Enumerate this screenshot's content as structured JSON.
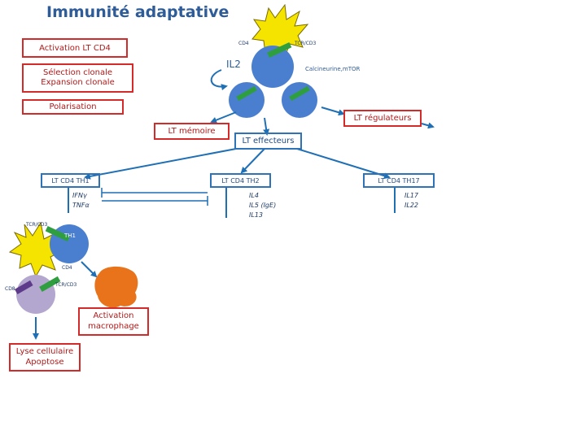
{
  "title": "Immunité adaptative",
  "steps": {
    "activation": "Activation LT CD4",
    "selection_line1": "Sélection clonale",
    "selection_line2": "Expansion clonale",
    "polarisation": "Polarisation"
  },
  "top_cluster": {
    "cd4": "CD4",
    "tcr": "TCR/CD3",
    "il2": "IL2",
    "pathway": "Calcineurine,mTOR"
  },
  "outcomes": {
    "memoire": "LT mémoire",
    "regulateurs": "LT régulateurs",
    "effecteurs": "LT effecteurs"
  },
  "subsets": {
    "th1": {
      "label": "LT CD4 TH1",
      "cyt1": "IFNγ",
      "cyt2": "TNFα"
    },
    "th2": {
      "label": "LT CD4 TH2",
      "cyt1": "IL4",
      "cyt2": "IL5 (IgE)",
      "cyt3": "IL13"
    },
    "th17": {
      "label": "LT CD4 TH17",
      "cyt1": "IL17",
      "cyt2": "IL22"
    }
  },
  "bottom_cluster": {
    "tcr": "TCR/CD3",
    "th1": "TH1",
    "cd4": "CD4",
    "tcr2": "TCR/CD3",
    "cd8": "CD8"
  },
  "results": {
    "macrophage_line1": "Activation",
    "macrophage_line2": "macrophage",
    "lyse_line1": "Lyse cellulaire",
    "lyse_line2": "Apoptose"
  },
  "colors": {
    "title": "#2e5c99",
    "red_box": "#d42a2a",
    "blue_box": "#2e73b8",
    "arrow": "#1f6fb5",
    "dendritic": "#f5e400",
    "t_cell": "#4a7fd0",
    "cd8_cell": "#b3a6cf",
    "macrophage": "#e8731a",
    "receptor_green": "#2f9e3e",
    "receptor_purple": "#5d3a8a"
  }
}
